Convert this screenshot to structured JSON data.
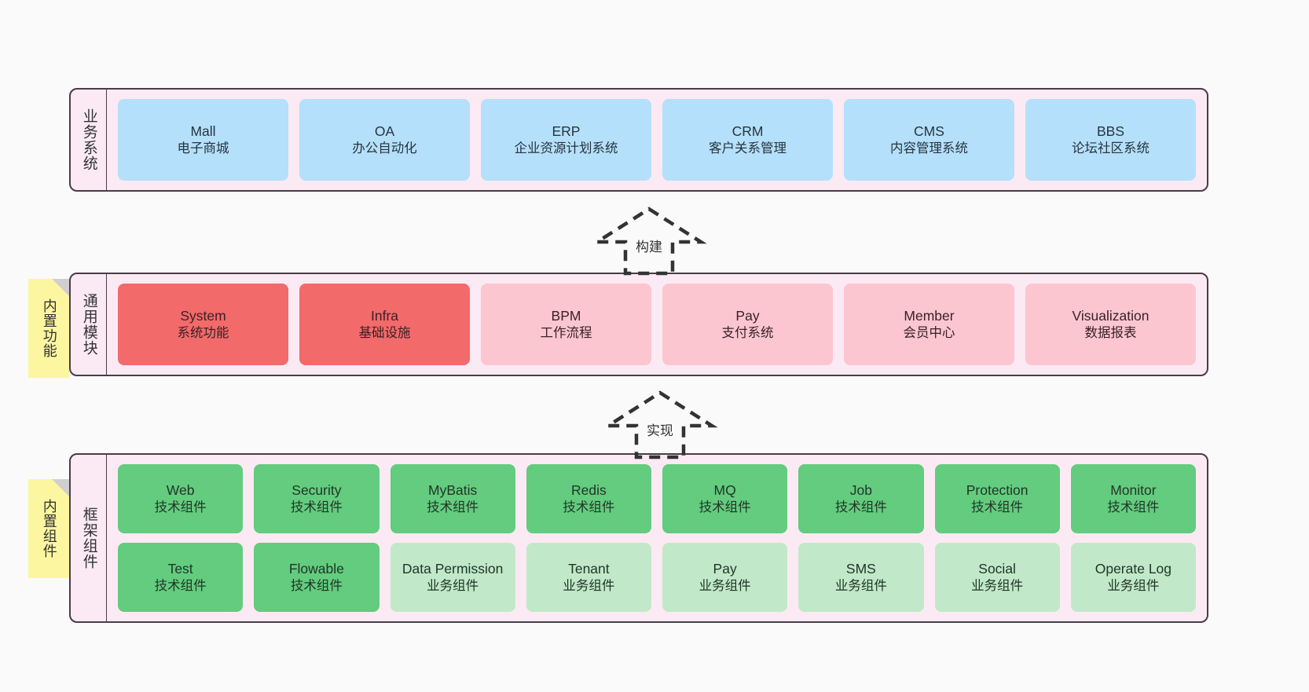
{
  "diagram": {
    "background_color": "#fafafa",
    "panel_fill": "#fbeaf4",
    "panel_border": "#4a3b47",
    "sticky_color": "#fcf6a0"
  },
  "layers": {
    "business": {
      "title": "业务系统",
      "accent": "#b5e0fb",
      "items": [
        {
          "en": "Mall",
          "cn": "电子商城"
        },
        {
          "en": "OA",
          "cn": "办公自动化"
        },
        {
          "en": "ERP",
          "cn": "企业资源计划系统"
        },
        {
          "en": "CRM",
          "cn": "客户关系管理"
        },
        {
          "en": "CMS",
          "cn": "内容管理系统"
        },
        {
          "en": "BBS",
          "cn": "论坛社区系统"
        }
      ]
    },
    "common": {
      "title": "通用模块",
      "accent_strong": "#f26a6a",
      "accent_soft": "#fcc6d0",
      "items": [
        {
          "en": "System",
          "cn": "系统功能",
          "style": "strong"
        },
        {
          "en": "Infra",
          "cn": "基础设施",
          "style": "strong"
        },
        {
          "en": "BPM",
          "cn": "工作流程",
          "style": "soft"
        },
        {
          "en": "Pay",
          "cn": "支付系统",
          "style": "soft"
        },
        {
          "en": "Member",
          "cn": "会员中心",
          "style": "soft"
        },
        {
          "en": "Visualization",
          "cn": "数据报表",
          "style": "soft"
        }
      ]
    },
    "framework": {
      "title": "框架组件",
      "accent_strong": "#63cc7e",
      "accent_soft": "#c1e9c9",
      "row1": [
        {
          "en": "Web",
          "cn": "技术组件",
          "style": "strong"
        },
        {
          "en": "Security",
          "cn": "技术组件",
          "style": "strong"
        },
        {
          "en": "MyBatis",
          "cn": "技术组件",
          "style": "strong"
        },
        {
          "en": "Redis",
          "cn": "技术组件",
          "style": "strong"
        },
        {
          "en": "MQ",
          "cn": "技术组件",
          "style": "strong"
        },
        {
          "en": "Job",
          "cn": "技术组件",
          "style": "strong"
        },
        {
          "en": "Protection",
          "cn": "技术组件",
          "style": "strong"
        },
        {
          "en": "Monitor",
          "cn": "技术组件",
          "style": "strong"
        }
      ],
      "row2": [
        {
          "en": "Test",
          "cn": "技术组件",
          "style": "strong"
        },
        {
          "en": "Flowable",
          "cn": "技术组件",
          "style": "strong"
        },
        {
          "en": "Data Permission",
          "cn": "业务组件",
          "style": "soft"
        },
        {
          "en": "Tenant",
          "cn": "业务组件",
          "style": "soft"
        },
        {
          "en": "Pay",
          "cn": "业务组件",
          "style": "soft"
        },
        {
          "en": "SMS",
          "cn": "业务组件",
          "style": "soft"
        },
        {
          "en": "Social",
          "cn": "业务组件",
          "style": "soft"
        },
        {
          "en": "Operate Log",
          "cn": "业务组件",
          "style": "soft"
        }
      ]
    }
  },
  "stickies": [
    {
      "text": "内置功能"
    },
    {
      "text": "内置组件"
    }
  ],
  "arrows": [
    {
      "label": "构建"
    },
    {
      "label": "实现"
    }
  ]
}
